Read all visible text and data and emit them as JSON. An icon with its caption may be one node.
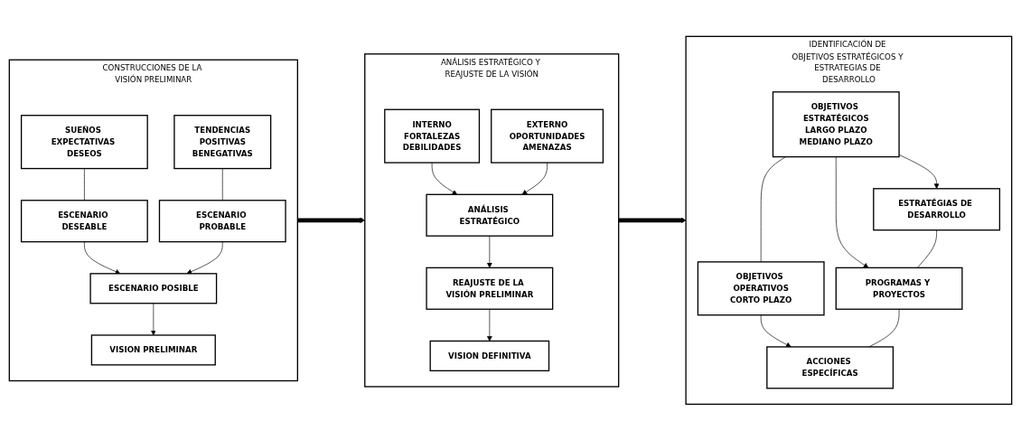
{
  "diagram": {
    "nodes": [
      {
        "text": [
          "CONSTRUCCIONES DE LA VISIÓN PRELIMINAR"
        ]
      },
      {
        "text": [
          "SUEÑOS EXPECTATIVAS DESEOS"
        ],
        "in": 0
      },
      {
        "text": [
          "TENDENCIAS",
          "POSITIVAS",
          "BENEGATIVAS"
        ],
        "in": 0
      },
      {
        "text": [
          "ESCENARIO DESEABLE"
        ],
        "in": 0
      },
      {
        "text": [
          "ESCENARIO PROBABLE"
        ],
        "in": 0
      },
      {
        "text": [
          "ESCENARIO POSIBLE"
        ],
        "in": 0
      },
      {
        "text": [
          "VISION PRELIMINAR"
        ],
        "in": 0
      },
      {
        "text": [
          "ANÁLISIS ESTRATÉGICO Y REAJUSTE DE LA VISIÓN"
        ]
      },
      {
        "text": [
          "INTERNO",
          "FORTALEZAS",
          "DEBILIDADES"
        ],
        "in": 7
      },
      {
        "text": [
          "EXTERNO",
          "OPORTUNIDADES",
          "AMENAZAS"
        ],
        "in": 7
      },
      {
        "text": [
          "ANÁLISIS ESTRATÉGICO"
        ],
        "in": 7
      },
      {
        "text": [
          "REAJUSTE DE LA VISIÓN PRELIMINAR"
        ],
        "in": 7
      },
      {
        "text": [
          "VISION DEFINITIVA"
        ],
        "in": 7
      },
      {
        "text": [
          "IDENTIFICACIÓN DE OBJETIVOS ESTRATÉGICOS Y ESTRATEGIAS DE DESARROLLO"
        ]
      },
      {
        "text": [
          "OBJETIVOS ESTRATÉGICOS",
          "LARGO PLAZO",
          "MEDIANO PLAZO"
        ],
        "in": 13
      },
      {
        "text": [
          "OBJETIVOS OPERATIVOS",
          "CORTO PLAZO"
        ],
        "in": 13
      },
      {
        "text": [
          "ESTRATÉGIAS DE DESARROLLO"
        ],
        "in": 13
      },
      {
        "text": [
          "PROGRAMAS Y PROYECTOS"
        ],
        "in": 13
      },
      {
        "text": [
          "ACCIONES ESPECÍFICAS"
        ],
        "in": 13
      }
    ],
    "edges": [
      {
        "from": 1,
        "to": 3,
        "arrow": "none"
      },
      {
        "from": 2,
        "to": 4,
        "arrow": "none"
      },
      {
        "from": 3,
        "to": 5,
        "arrow": "to"
      },
      {
        "from": 4,
        "to": 5,
        "arrow": "to"
      },
      {
        "from": 5,
        "to": 6,
        "arrow": "to"
      },
      {
        "from": 0,
        "to": 7,
        "arrow": "to",
        "style": "thick"
      },
      {
        "from": 8,
        "to": 10,
        "arrow": "to"
      },
      {
        "from": 9,
        "to": 10,
        "arrow": "to"
      },
      {
        "from": 10,
        "to": 11,
        "arrow": "to"
      },
      {
        "from": 11,
        "to": 12,
        "arrow": "to"
      },
      {
        "from": 7,
        "to": 13,
        "arrow": "to",
        "style": "thick"
      },
      {
        "from": 14,
        "to": 16,
        "arrow": "to"
      },
      {
        "from": 14,
        "to": 17,
        "arrow": "to"
      },
      {
        "from": 14,
        "to": 15,
        "arrow": "none"
      },
      {
        "from": 15,
        "to": 18,
        "arrow": "to"
      },
      {
        "from": 16,
        "to": 17,
        "arrow": "none"
      },
      {
        "from": 17,
        "to": 18,
        "arrow": "none"
      }
    ]
  }
}
